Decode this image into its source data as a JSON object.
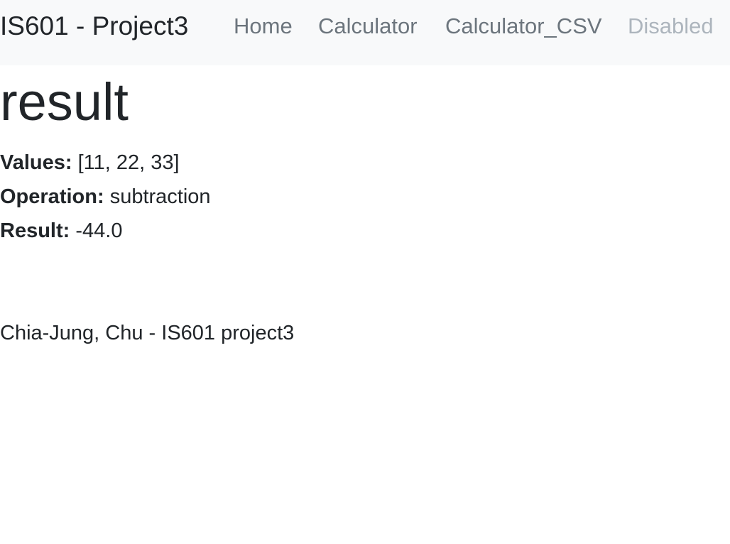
{
  "navbar": {
    "brand": "IS601 - Project3",
    "links": [
      {
        "label": "Home",
        "state": "normal"
      },
      {
        "label": "Calculator",
        "state": "normal"
      },
      {
        "label": "Calculator_CSV",
        "state": "normal"
      },
      {
        "label": "Disabled",
        "state": "disabled"
      }
    ]
  },
  "main": {
    "title": "result",
    "values": {
      "label": "Values:",
      "value": "[11, 22, 33]"
    },
    "operation": {
      "label": "Operation:",
      "value": "subtraction"
    },
    "result": {
      "label": "Result:",
      "value": "-44.0"
    }
  },
  "footer": {
    "text": "Chia-Jung, Chu - IS601 project3"
  },
  "colors": {
    "navbar_background": "#f8f9fa",
    "text": "#212529",
    "nav_link": "#6c757d",
    "nav_link_disabled": "#adb5bd"
  }
}
